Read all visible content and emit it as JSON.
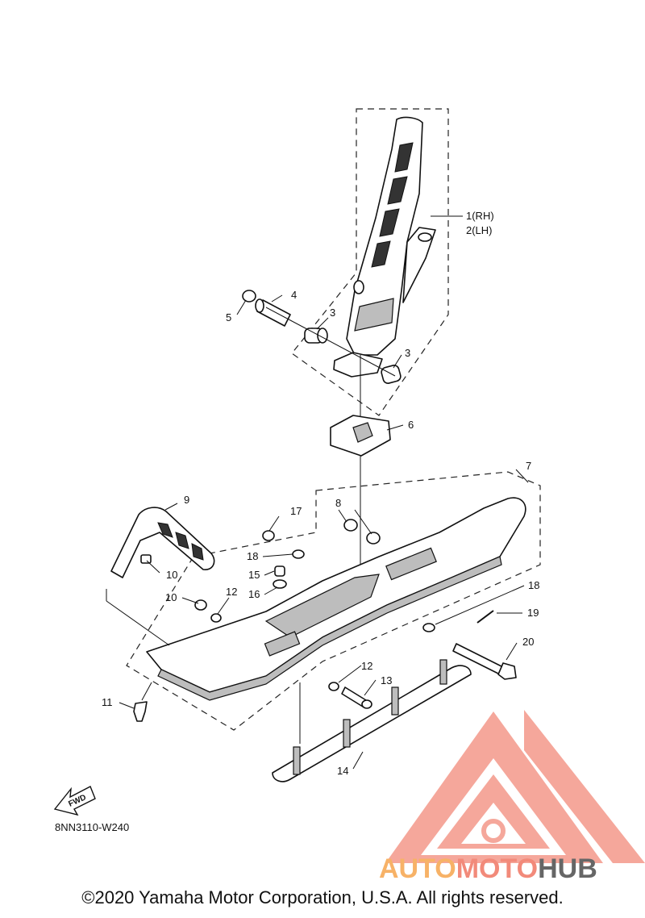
{
  "parts": {
    "p1": "1(RH)",
    "p2": "2(LH)",
    "p3a": "3",
    "p3b": "3",
    "p4": "4",
    "p5": "5",
    "p6": "6",
    "p7": "7",
    "p8": "8",
    "p9": "9",
    "p10a": "10",
    "p10b": "10",
    "p11": "11",
    "p12a": "12",
    "p12b": "12",
    "p13": "13",
    "p14": "14",
    "p15": "15",
    "p16": "16",
    "p17": "17",
    "p18a": "18",
    "p18b": "18",
    "p19": "19",
    "p20": "20"
  },
  "fwd_label": "FWD",
  "diagram_code": "8NN3110-W240",
  "watermark": {
    "part1": "AUTO",
    "part2": "MOTO",
    "part3": "HUB",
    "color1": "#f7b267",
    "color2": "#f28a7a",
    "color3": "#555555"
  },
  "copyright": "©2020 Yamaha Motor Corporation, U.S.A. All rights reserved."
}
